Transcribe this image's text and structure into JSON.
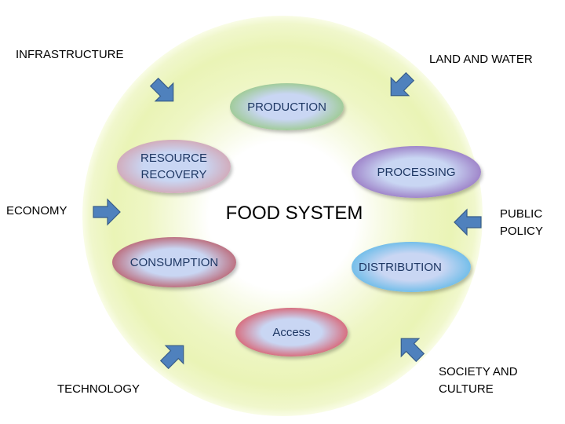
{
  "title": "FOOD SYSTEM",
  "stages": [
    {
      "id": "production",
      "label": "PRODUCTION",
      "color": "#7dc24b"
    },
    {
      "id": "processing",
      "label": "PROCESSING",
      "color": "#7b3fa6"
    },
    {
      "id": "distribution",
      "label": "DISTRIBUTION",
      "color": "#29a9e1"
    },
    {
      "id": "access",
      "label": "Access",
      "color": "#e3141b"
    },
    {
      "id": "consumption",
      "label": "CONSUMPTION",
      "color": "#b1181d"
    },
    {
      "id": "resource_recovery",
      "label": "RESOURCE\nRECOVERY",
      "color": "#d9878b"
    }
  ],
  "external_factors": [
    {
      "id": "infrastructure",
      "label": "INFRASTRUCTURE"
    },
    {
      "id": "land_and_water",
      "label": "LAND AND WATER"
    },
    {
      "id": "economy",
      "label": "ECONOMY"
    },
    {
      "id": "public_policy",
      "label": "PUBLIC\nPOLICY"
    },
    {
      "id": "technology",
      "label": "TECHNOLOGY"
    },
    {
      "id": "society_and_culture",
      "label": "SOCIETY AND\nCULTURE"
    }
  ],
  "colors": {
    "arrow_fill": "#4f81bd",
    "arrow_stroke": "#385d8a",
    "stage_core": "#c9d6f3",
    "stage_text": "#1f3864",
    "ring": "#eaf4b6"
  }
}
